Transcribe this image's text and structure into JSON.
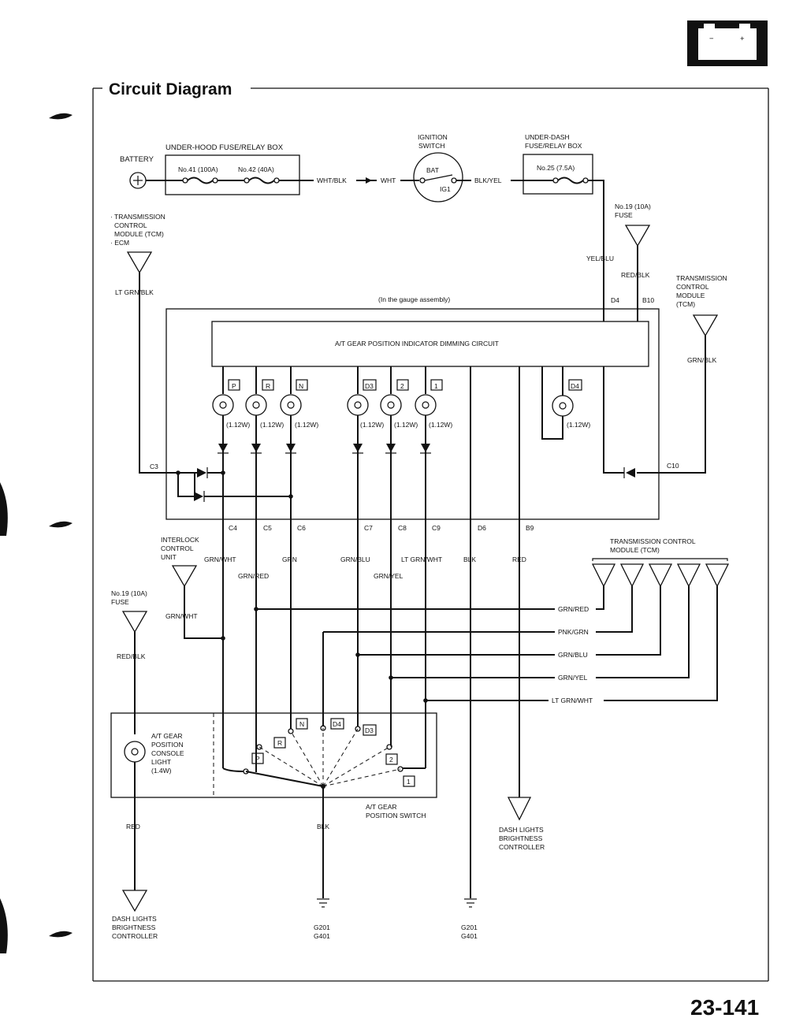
{
  "page": {
    "title": "Circuit Diagram",
    "page_number": "23-141"
  },
  "icons": {
    "battery_tab": "battery-symbol-icon",
    "battery_minus": "−",
    "battery_plus": "+"
  },
  "labels": {
    "battery": "BATTERY",
    "underhood_box": "UNDER-HOOD FUSE/RELAY BOX",
    "fuse41": "No.41 (100A)",
    "fuse42": "No.42 (40A)",
    "wht_blk": "WHT/BLK",
    "wht": "WHT",
    "ignition_switch_l1": "IGNITION",
    "ignition_switch_l2": "SWITCH",
    "bat": "BAT",
    "ig1": "IG1",
    "blk_yel": "BLK/YEL",
    "underdash_l1": "UNDER-DASH",
    "underdash_l2": "FUSE/RELAY BOX",
    "fuse25": "No.25 (7.5A)",
    "fuse19_top_l1": "No.19 (10A)",
    "fuse19_top_l2": "FUSE",
    "yel_blu": "YEL/BLU",
    "red_blk_top": "RED/BLK",
    "tcm_top_l1": "TRANSMISSION",
    "tcm_top_l2": "CONTROL",
    "tcm_top_l3": "MODULE",
    "tcm_top_l4": "(TCM)",
    "grn_blk": "GRN/BLK",
    "tcm_ecm_l1": "· TRANSMISSION",
    "tcm_ecm_l2": "CONTROL",
    "tcm_ecm_l3": "MODULE (TCM)",
    "tcm_ecm_l4": "· ECM",
    "lt_grn_blk": "LT GRN/BLK",
    "gauge_assembly": "(In the gauge assembly)",
    "d4": "D4",
    "b10": "B10",
    "dimming_circuit": "A/T GEAR POSITION INDICATOR DIMMING CIRCUIT",
    "ind_p": "P",
    "ind_r": "R",
    "ind_n": "N",
    "ind_d3": "D3",
    "ind_2": "2",
    "ind_1": "1",
    "ind_d4": "D4",
    "w_112_1": "(1.12W)",
    "w_112_2": "(1.12W)",
    "w_112_3": "(1.12W)",
    "w_112_4": "(1.12W)",
    "w_112_5": "(1.12W)",
    "w_112_6": "(1.12W)",
    "w_112_7": "(1.12W)",
    "c3": "C3",
    "c10": "C10",
    "c4": "C4",
    "c5": "C5",
    "c6": "C6",
    "c7": "C7",
    "c8": "C8",
    "c9": "C9",
    "d6": "D6",
    "b9": "B9",
    "interlock_l1": "INTERLOCK",
    "interlock_l2": "CONTROL",
    "interlock_l3": "UNIT",
    "grn_wht_a": "GRN/WHT",
    "grn": "GRN",
    "grn_blu": "GRN/BLU",
    "lt_grn_wht": "LT GRN/WHT",
    "blk_mid": "BLK",
    "red_mid": "RED",
    "grn_red_mid": "GRN/RED",
    "grn_yel_mid": "GRN/YEL",
    "tcm_right_l1": "TRANSMISSION CONTROL",
    "tcm_right_l2": "MODULE (TCM)",
    "fuse19_left_l1": "No.19 (10A)",
    "fuse19_left_l2": "FUSE",
    "grn_wht_b": "GRN/WHT",
    "red_blk_left": "RED/BLK",
    "bus_grn_red": "GRN/RED",
    "bus_pnk_grn": "PNK/GRN",
    "bus_grn_blu": "GRN/BLU",
    "bus_grn_yel": "GRN/YEL",
    "bus_lt_grn_wht": "LT GRN/WHT",
    "console_l1": "A/T GEAR",
    "console_l2": "POSITION",
    "console_l3": "CONSOLE",
    "console_l4": "LIGHT",
    "console_l5": "(1.4W)",
    "sw_n": "N",
    "sw_d4": "D4",
    "sw_r": "R",
    "sw_d3": "D3",
    "sw_p": "P",
    "sw_2": "2",
    "sw_1": "1",
    "at_switch_l1": "A/T GEAR",
    "at_switch_l2": "POSITION SWITCH",
    "red_bottom": "RED",
    "blk_bottom": "BLK",
    "dash_left_l1": "DASH LIGHTS",
    "dash_left_l2": "BRIGHTNESS",
    "dash_left_l3": "CONTROLLER",
    "dash_right_l1": "DASH LIGHTS",
    "dash_right_l2": "BRIGHTNESS",
    "dash_right_l3": "CONTROLLER",
    "g_a1": "G201",
    "g_a2": "G401",
    "g_b1": "G201",
    "g_b2": "G401"
  }
}
